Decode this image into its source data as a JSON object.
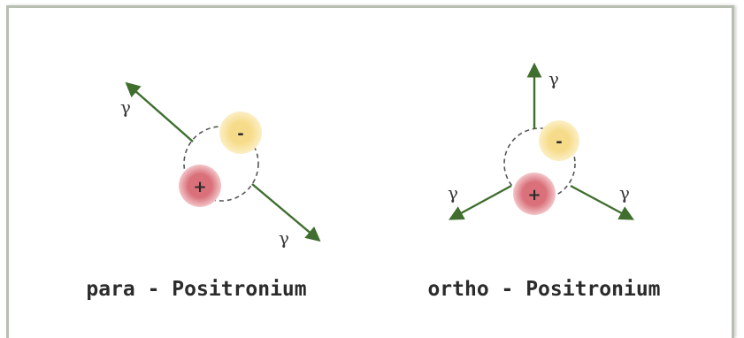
{
  "colors": {
    "arrow": "#3f6e2e",
    "orbit": "#555555",
    "positron_fill": "#d9707a",
    "positron_halo": "#f3c6c9",
    "electron_fill": "#f6dc8a",
    "electron_halo": "#fbefc6",
    "text": "#2b2b2b"
  },
  "para": {
    "caption": "para - Positronium",
    "positron_sign": "+",
    "electron_sign": "-",
    "gamma_labels": [
      "γ",
      "γ"
    ]
  },
  "ortho": {
    "caption": "ortho - Positronium",
    "positron_sign": "+",
    "electron_sign": "-",
    "gamma_labels": [
      "γ",
      "γ",
      "γ"
    ]
  }
}
